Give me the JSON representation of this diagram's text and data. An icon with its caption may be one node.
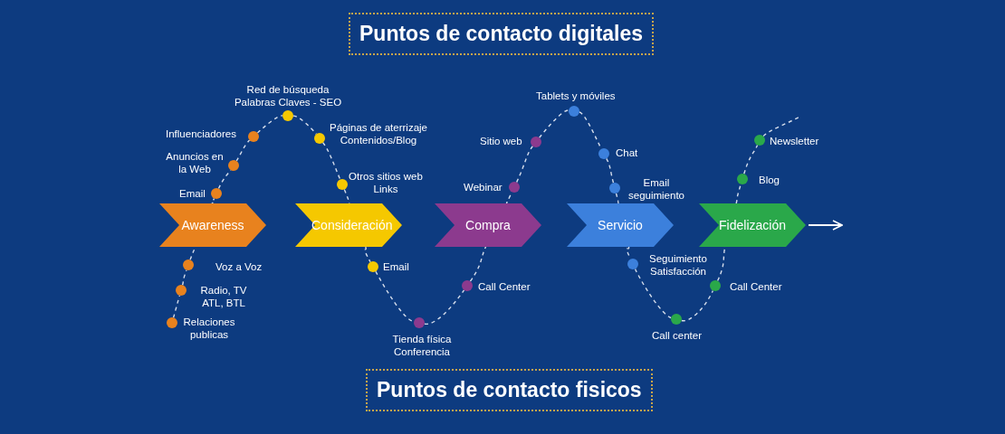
{
  "diagram": {
    "title": "Puntos de contacto digitales",
    "caption": "Puntos de contacto fisicos",
    "nodes": [
      {
        "text": [
          "Awareness"
        ]
      },
      {
        "text": [
          "Consideración"
        ]
      },
      {
        "text": [
          "Compra"
        ]
      },
      {
        "text": [
          "Servicio"
        ]
      },
      {
        "text": [
          "Fidelización"
        ]
      },
      {
        "text": [],
        "shape": "circle",
        "beside": [
          "Relaciones publicas"
        ]
      },
      {
        "text": [],
        "shape": "circle",
        "beside": [
          "Radio, TV ATL, BTL"
        ]
      },
      {
        "text": [],
        "shape": "circle",
        "beside": [
          "Voz a Voz"
        ]
      },
      {
        "text": [],
        "shape": "circle",
        "beside": [
          "Email"
        ]
      },
      {
        "text": [],
        "shape": "circle",
        "beside": [
          "Anuncios en la Web"
        ]
      },
      {
        "text": [],
        "shape": "circle",
        "beside": [
          "Influenciadores"
        ]
      },
      {
        "text": [],
        "shape": "circle",
        "beside": [
          "Red de búsqueda Palabras Claves - SEO"
        ]
      },
      {
        "text": [],
        "shape": "circle",
        "beside": [
          "Páginas de aterrizaje Contenidos/Blog"
        ]
      },
      {
        "text": [],
        "shape": "circle",
        "beside": [
          "Otros sitios web Links"
        ]
      },
      {
        "text": [],
        "shape": "circle",
        "beside": [
          "Email"
        ]
      },
      {
        "text": [],
        "shape": "circle",
        "beside": [
          "Tienda física Conferencia"
        ]
      },
      {
        "text": [],
        "shape": "circle",
        "beside": [
          "Call Center"
        ]
      },
      {
        "text": [],
        "shape": "circle",
        "beside": [
          "Webinar"
        ]
      },
      {
        "text": [],
        "shape": "circle",
        "beside": [
          "Sitio web"
        ]
      },
      {
        "text": [],
        "shape": "circle",
        "beside": [
          "Tablets y móviles"
        ]
      },
      {
        "text": [],
        "shape": "circle",
        "beside": [
          "Chat"
        ]
      },
      {
        "text": [],
        "shape": "circle",
        "beside": [
          "Email seguimiento"
        ]
      },
      {
        "text": [],
        "shape": "circle",
        "beside": [
          "Seguimiento Satisfacción"
        ]
      },
      {
        "text": [],
        "shape": "circle",
        "beside": [
          "Call center"
        ]
      },
      {
        "text": [],
        "shape": "circle",
        "beside": [
          "Call Center"
        ]
      },
      {
        "text": [],
        "shape": "circle",
        "beside": [
          "Blog"
        ]
      },
      {
        "text": [],
        "shape": "circle",
        "beside": [
          "Newsletter"
        ]
      }
    ],
    "edges": [
      {
        "from": 5,
        "to": 6,
        "arrow": "none",
        "style": "dashed"
      },
      {
        "from": 6,
        "to": 7,
        "arrow": "none",
        "style": "dashed"
      },
      {
        "from": 7,
        "to": 0,
        "arrow": "none",
        "style": "dashed"
      },
      {
        "from": 0,
        "to": 8,
        "arrow": "none",
        "style": "dashed"
      },
      {
        "from": 8,
        "to": 9,
        "arrow": "none",
        "style": "dashed"
      },
      {
        "from": 9,
        "to": 10,
        "arrow": "none",
        "style": "dashed"
      },
      {
        "from": 10,
        "to": 11,
        "arrow": "none",
        "style": "dashed"
      },
      {
        "from": 11,
        "to": 12,
        "arrow": "none",
        "style": "dashed"
      },
      {
        "from": 12,
        "to": 13,
        "arrow": "none",
        "style": "dashed"
      },
      {
        "from": 13,
        "to": 1,
        "arrow": "none",
        "style": "dashed"
      },
      {
        "from": 1,
        "to": 14,
        "arrow": "none",
        "style": "dashed"
      },
      {
        "from": 14,
        "to": 15,
        "arrow": "none",
        "style": "dashed"
      },
      {
        "from": 15,
        "to": 16,
        "arrow": "none",
        "style": "dashed"
      },
      {
        "from": 16,
        "to": 2,
        "arrow": "none",
        "style": "dashed"
      },
      {
        "from": 2,
        "to": 17,
        "arrow": "none",
        "style": "dashed"
      },
      {
        "from": 17,
        "to": 18,
        "arrow": "none",
        "style": "dashed"
      },
      {
        "from": 18,
        "to": 19,
        "arrow": "none",
        "style": "dashed"
      },
      {
        "from": 19,
        "to": 20,
        "arrow": "none",
        "style": "dashed"
      },
      {
        "from": 20,
        "to": 21,
        "arrow": "none",
        "style": "dashed"
      },
      {
        "from": 21,
        "to": 3,
        "arrow": "none",
        "style": "dashed"
      },
      {
        "from": 3,
        "to": 22,
        "arrow": "none",
        "style": "dashed"
      },
      {
        "from": 22,
        "to": 23,
        "arrow": "none",
        "style": "dashed"
      },
      {
        "from": 23,
        "to": 24,
        "arrow": "none",
        "style": "dashed"
      },
      {
        "from": 24,
        "to": 4,
        "arrow": "none",
        "style": "dashed"
      },
      {
        "from": 4,
        "to": 25,
        "arrow": "none",
        "style": "dashed"
      },
      {
        "from": 25,
        "to": 26,
        "arrow": "none",
        "style": "dashed"
      },
      {
        "from": 26,
        "to": null,
        "arrow": "none",
        "style": "dashed"
      },
      {
        "from": 4,
        "to": null,
        "arrow": "to"
      }
    ]
  }
}
